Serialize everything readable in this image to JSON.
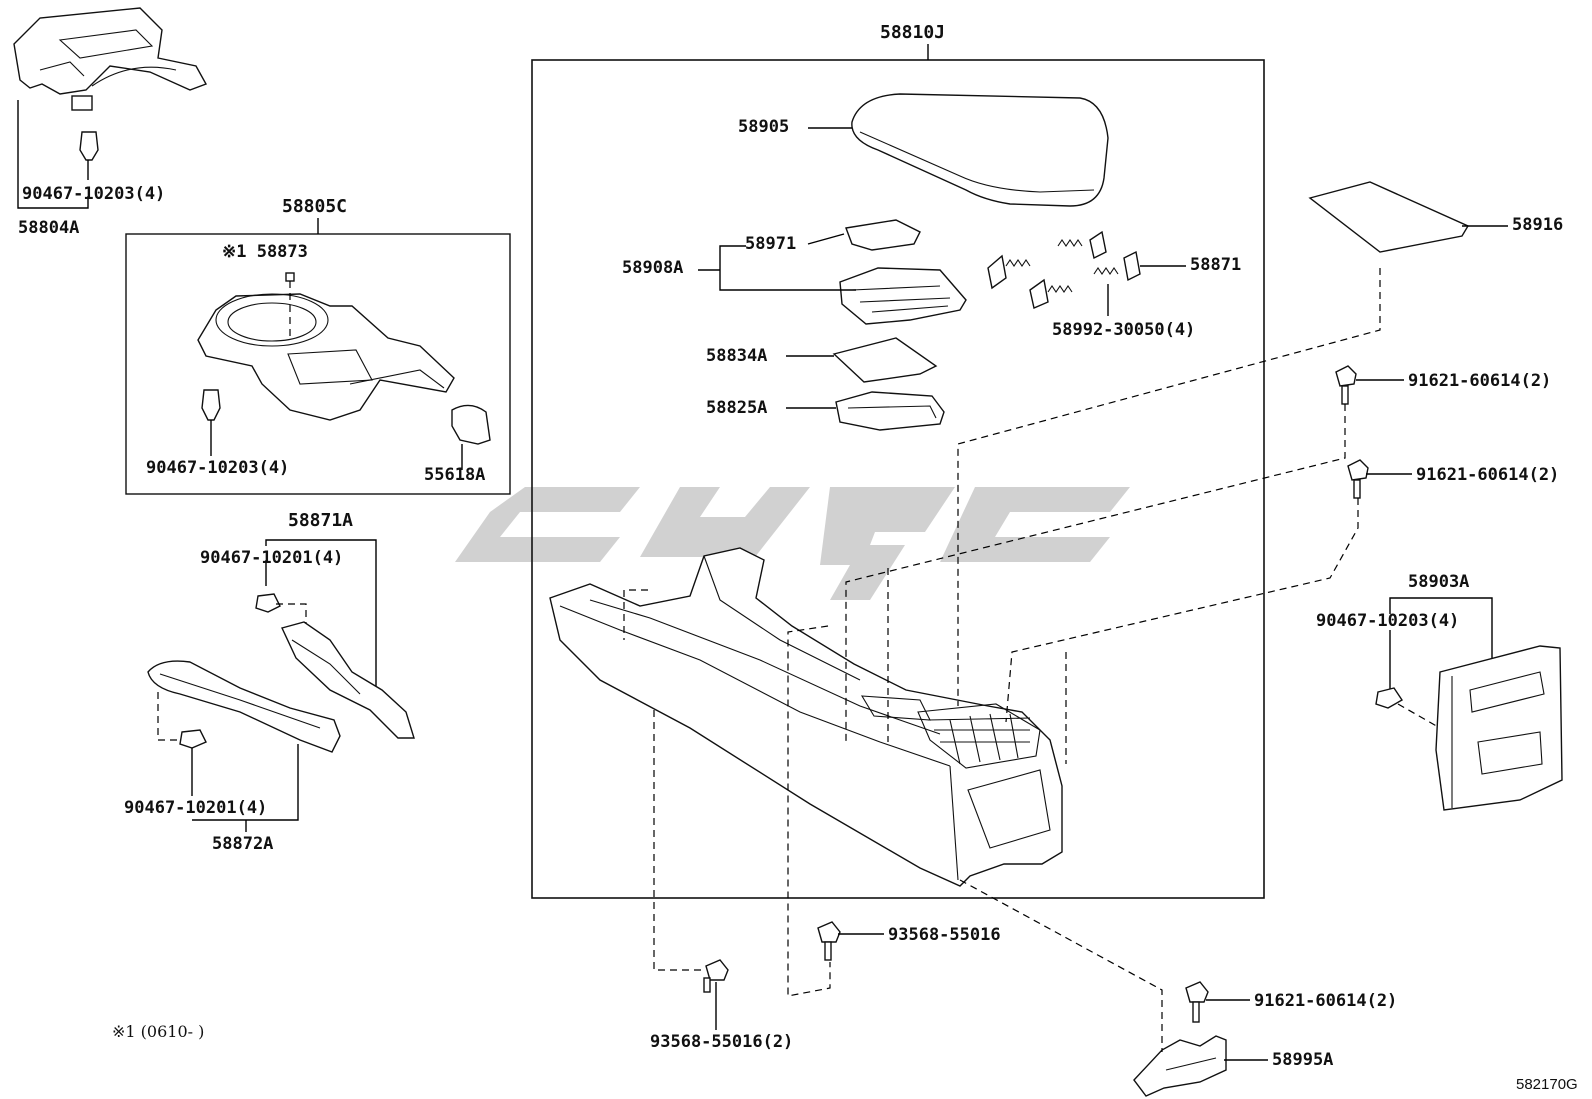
{
  "labels": [
    "58810J",
    "58905",
    "58971",
    "58908A",
    "58871",
    "58992-30050(4)",
    "58834A",
    "58825A",
    "58916",
    "91621-60614(2)",
    "91621-60614(2)",
    "58903A",
    "90467-10203(4)",
    "93568-55016",
    "93568-55016(2)",
    "91621-60614(2)",
    "58995A",
    "90467-10203(4)",
    "58804A",
    "58805C",
    "※1 58873",
    "90467-10203(4)",
    "55618A",
    "58871A",
    "90467-10201(4)",
    "90467-10201(4)",
    "58872A",
    "※1 (0610-      )",
    "582170G"
  ]
}
